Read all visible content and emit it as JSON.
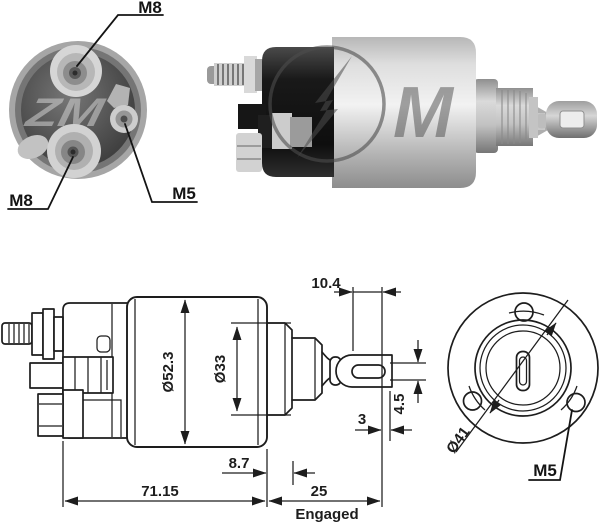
{
  "colors": {
    "background": "#ffffff",
    "ink": "#1d1d1d",
    "metal_light": "#f0f0f0",
    "metal_mid": "#b5b5b5",
    "housing_dark": "#161616",
    "watermark_gray": "#4d4d4d"
  },
  "end_view": {
    "label_m8_top": "M8",
    "label_m8_bottom": "M8",
    "label_m5": "M5",
    "watermark": "ZM"
  },
  "photo": {
    "watermark_m": "M"
  },
  "side_view": {
    "dim_travel": "10.4",
    "dim_body_dia": "Ø52.3",
    "dim_front_dia": "Ø33",
    "dim_slot": "4.5",
    "dim_gap": "3",
    "dim_collar": "8.7",
    "dim_length": "71.15",
    "dim_engaged": "25",
    "engaged_label": "Engaged"
  },
  "front_view": {
    "dim_pilot_dia": "Ø41",
    "label_m5": "M5"
  }
}
